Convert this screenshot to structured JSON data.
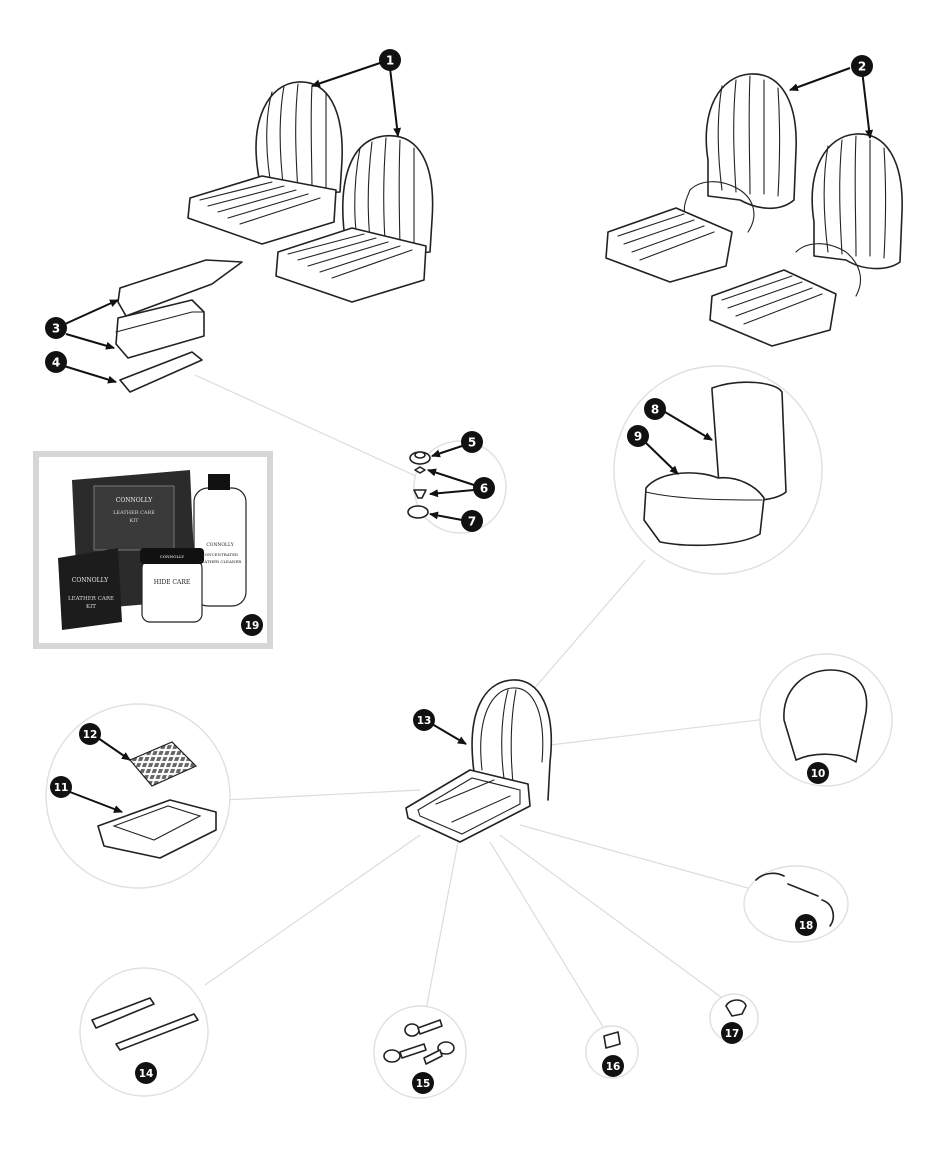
{
  "callouts": [
    "1",
    "2",
    "3",
    "4",
    "5",
    "6",
    "7",
    "8",
    "9",
    "10",
    "11",
    "12",
    "13",
    "14",
    "15",
    "16",
    "17",
    "18",
    "19"
  ],
  "kit": {
    "box_brand": "CONNOLLY",
    "box_title_line1": "LEATHER CARE",
    "box_title_line2": "KIT",
    "booklet_brand": "CONNOLLY",
    "booklet_line1": "LEATHER CARE",
    "booklet_line2": "KIT",
    "bottle_brand": "CONNOLLY",
    "bottle_line1": "CONCENTRATED",
    "bottle_line2": "LEATHER CLEANER",
    "jar_brand": "CONNOLLY",
    "jar_line1": "HIDE CARE"
  },
  "colors": {
    "badge": "#111111",
    "line": "#222222",
    "halo": "#e0e0e0",
    "leader": "#dcdcdc",
    "kit_frame": "#d6d6d6",
    "box": "#2b2b2b"
  }
}
